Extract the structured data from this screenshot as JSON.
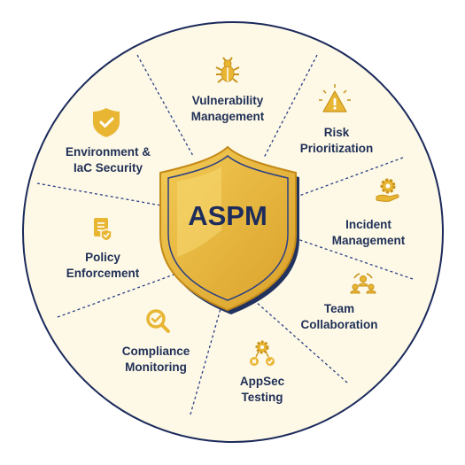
{
  "center": {
    "label": "ASPM"
  },
  "colors": {
    "background": "#fdf9e6",
    "ring": "#1b2a5c",
    "divider": "#2a3f85",
    "gold": "#e9b633",
    "gold_dark": "#c9921a",
    "text": "#1f2f57"
  },
  "segments": [
    {
      "id": "vulnerability-management",
      "lines": [
        "Vulnerability",
        "Management"
      ],
      "icon": "bug-icon"
    },
    {
      "id": "risk-prioritization",
      "lines": [
        "Risk",
        "Prioritization"
      ],
      "icon": "warning-icon"
    },
    {
      "id": "incident-management",
      "lines": [
        "Incident",
        "Management"
      ],
      "icon": "hand-gear-icon"
    },
    {
      "id": "team-collaboration",
      "lines": [
        "Team",
        "Collaboration"
      ],
      "icon": "team-icon"
    },
    {
      "id": "appsec-testing",
      "lines": [
        "AppSec",
        "Testing"
      ],
      "icon": "gear-check-icon"
    },
    {
      "id": "compliance-monitoring",
      "lines": [
        "Compliance",
        "Monitoring"
      ],
      "icon": "magnifier-check-icon"
    },
    {
      "id": "policy-enforcement",
      "lines": [
        "Policy",
        "Enforcement"
      ],
      "icon": "document-shield-icon"
    },
    {
      "id": "environment-iac-security",
      "lines": [
        "Environment &",
        "IaC Security"
      ],
      "icon": "shield-check-icon"
    }
  ]
}
